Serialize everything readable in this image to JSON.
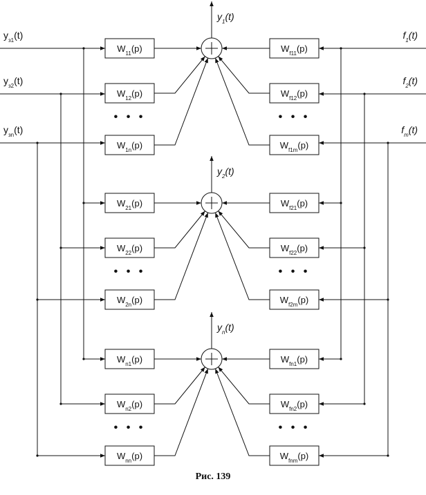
{
  "left_inputs": [
    {
      "main": "y",
      "sub": "з1",
      "arg": "(t)"
    },
    {
      "main": "y",
      "sub": "з2",
      "arg": "(t)"
    },
    {
      "main": "y",
      "sub": "зn",
      "arg": "(t)"
    }
  ],
  "right_inputs": [
    {
      "main": "f",
      "sub": "1",
      "arg": "(t)"
    },
    {
      "main": "f",
      "sub": "2",
      "arg": "(t)"
    },
    {
      "main": "f",
      "sub": "m",
      "arg": "(t)"
    }
  ],
  "groups": [
    {
      "output": {
        "main": "y",
        "sub": "1",
        "arg": "(t)"
      },
      "left_boxes": [
        {
          "main": "W",
          "sub": "11",
          "arg": "(p)"
        },
        {
          "main": "W",
          "sub": "12",
          "arg": "(p)"
        },
        {
          "main": "W",
          "sub": "1n",
          "arg": "(p)"
        }
      ],
      "right_boxes": [
        {
          "main": "W",
          "sub": "f11",
          "arg": "(p)"
        },
        {
          "main": "W",
          "sub": "f12",
          "arg": "(p)"
        },
        {
          "main": "W",
          "sub": "f1m",
          "arg": "(p)"
        }
      ]
    },
    {
      "output": {
        "main": "y",
        "sub": "2",
        "arg": "(t)"
      },
      "left_boxes": [
        {
          "main": "W",
          "sub": "21",
          "arg": "(p)"
        },
        {
          "main": "W",
          "sub": "22",
          "arg": "(p)"
        },
        {
          "main": "W",
          "sub": "2n",
          "arg": "(p)"
        }
      ],
      "right_boxes": [
        {
          "main": "W",
          "sub": "f21",
          "arg": "(p)"
        },
        {
          "main": "W",
          "sub": "f22",
          "arg": "(p)"
        },
        {
          "main": "W",
          "sub": "f2m",
          "arg": "(p)"
        }
      ]
    },
    {
      "output": {
        "main": "y",
        "sub": "n",
        "arg": "(t)"
      },
      "left_boxes": [
        {
          "main": "W",
          "sub": "n1",
          "arg": "(p)"
        },
        {
          "main": "W",
          "sub": "n2",
          "arg": "(p)"
        },
        {
          "main": "W",
          "sub": "nn",
          "arg": "(p)"
        }
      ],
      "right_boxes": [
        {
          "main": "W",
          "sub": "fn1",
          "arg": "(p)"
        },
        {
          "main": "W",
          "sub": "fn2",
          "arg": "(p)"
        },
        {
          "main": "W",
          "sub": "fnm",
          "arg": "(p)"
        }
      ]
    }
  ],
  "ellipsis": "• • •",
  "caption": "Рис. 139"
}
